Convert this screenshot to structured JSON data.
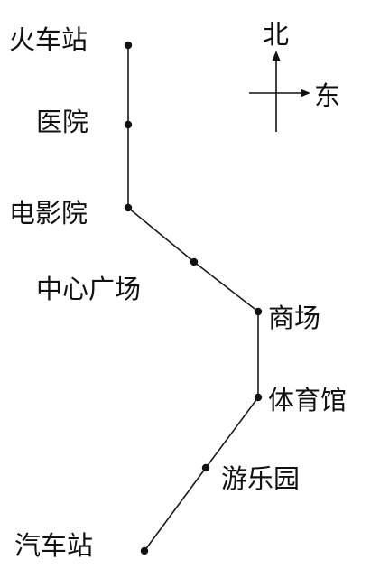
{
  "diagram": {
    "colors": {
      "line": "#1a1a1a",
      "dot": "#111111",
      "text": "#111111"
    },
    "compass": {
      "north": "北",
      "east": "东"
    },
    "stops": [
      "火车站",
      "医院",
      "电影院",
      "中心广场",
      "商场",
      "体育馆",
      "游乐园",
      "汽车站"
    ]
  }
}
